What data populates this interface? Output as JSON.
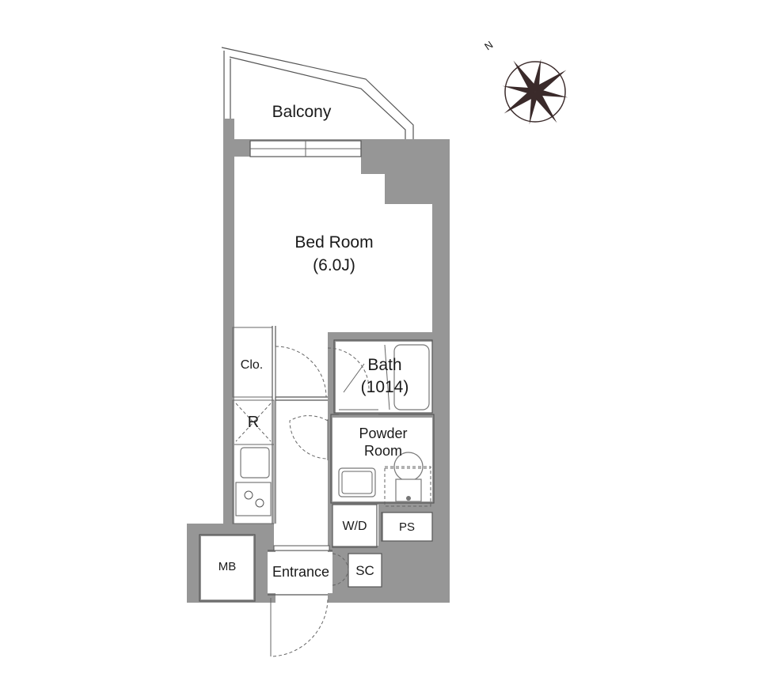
{
  "labels": {
    "balcony": "Balcony",
    "bedroom": "Bed Room",
    "bedroom_size": "(6.0J)",
    "closet": "Clo.",
    "bath": "Bath",
    "bath_size": "(1014)",
    "refrigerator": "R",
    "powder_room_line1": "Powder",
    "powder_room_line2": "Room",
    "washer_dryer": "W/D",
    "pipe_space": "PS",
    "meter_box": "MB",
    "entrance": "Entrance",
    "shoe_closet": "SC",
    "north": "N"
  },
  "colors": {
    "wall": "#969696",
    "outline": "#555555",
    "compass": "#3a2a2a"
  }
}
